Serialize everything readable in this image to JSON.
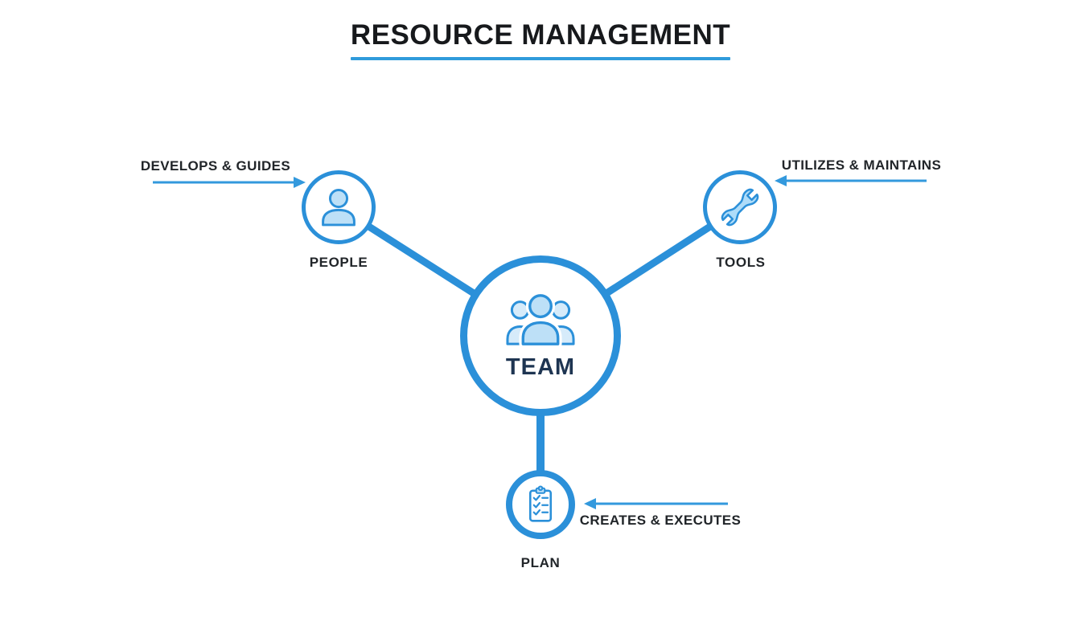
{
  "title": "RESOURCE MANAGEMENT",
  "colors": {
    "accent_blue": "#2b90d9",
    "underline_blue": "#2f9bdb",
    "icon_fill": "#bde0f7",
    "icon_fill_light": "#d6ebfa",
    "team_text_navy": "#1e3552",
    "label_text": "#212529",
    "background": "#ffffff"
  },
  "center": {
    "label": "TEAM",
    "icon": "team-icon"
  },
  "nodes": [
    {
      "id": "people",
      "label": "PEOPLE",
      "icon": "person-icon",
      "annotation": "DEVELOPS & GUIDES",
      "arrow_direction": "right"
    },
    {
      "id": "tools",
      "label": "TOOLS",
      "icon": "wrench-icon",
      "annotation": "UTILIZES & MAINTAINS",
      "arrow_direction": "left"
    },
    {
      "id": "plan",
      "label": "PLAN",
      "icon": "clipboard-icon",
      "annotation": "CREATES & EXECUTES",
      "arrow_direction": "left"
    }
  ]
}
